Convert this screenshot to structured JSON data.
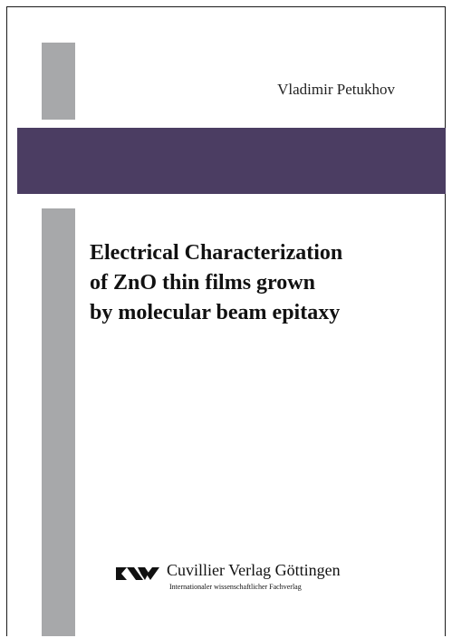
{
  "cover": {
    "author": "Vladimir Petukhov",
    "title_lines": [
      "Electrical Characterization",
      "of ZnO thin films grown",
      "by molecular beam epitaxy"
    ],
    "publisher": {
      "name": "Cuvillier Verlag Göttingen",
      "tagline": "Internationaler wissenschaftlicher Fachverlag",
      "logo_icon": "cuvillier-logo-icon"
    },
    "colors": {
      "band": "#4b3d62",
      "bars": "#a7a8aa",
      "frame": "#1a1a1a"
    }
  }
}
